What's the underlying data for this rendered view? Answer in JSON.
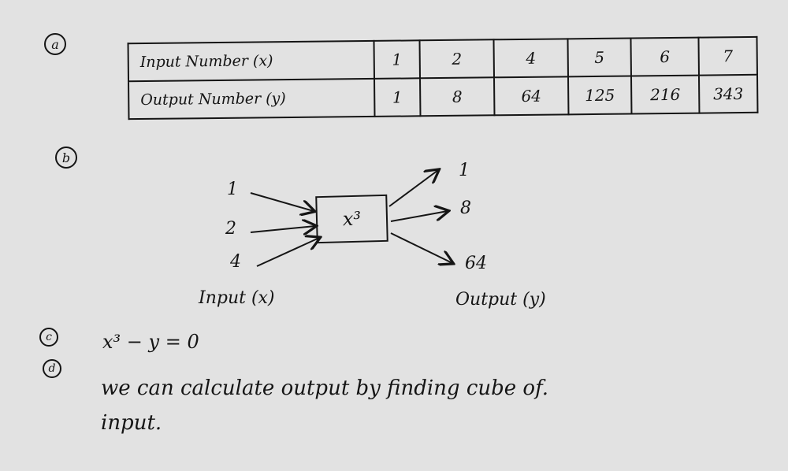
{
  "parts": {
    "a": {
      "marker": "a",
      "table": {
        "rows": [
          {
            "label": "Input Number (x)",
            "values": [
              "1",
              "2",
              "4",
              "5",
              "6",
              "7"
            ]
          },
          {
            "label": "Output Number (y)",
            "values": [
              "1",
              "8",
              "64",
              "125",
              "216",
              "343"
            ]
          }
        ]
      }
    },
    "b": {
      "marker": "b",
      "function_label": "x³",
      "inputs": [
        "1",
        "2",
        "4"
      ],
      "outputs": [
        "1",
        "8",
        "64"
      ],
      "input_caption": "Input (x)",
      "output_caption": "Output (y)"
    },
    "c": {
      "marker": "c",
      "equation": "x³ − y = 0"
    },
    "d": {
      "marker": "d",
      "line1": "we can calculate output by finding cube of.",
      "line2": "input."
    }
  }
}
